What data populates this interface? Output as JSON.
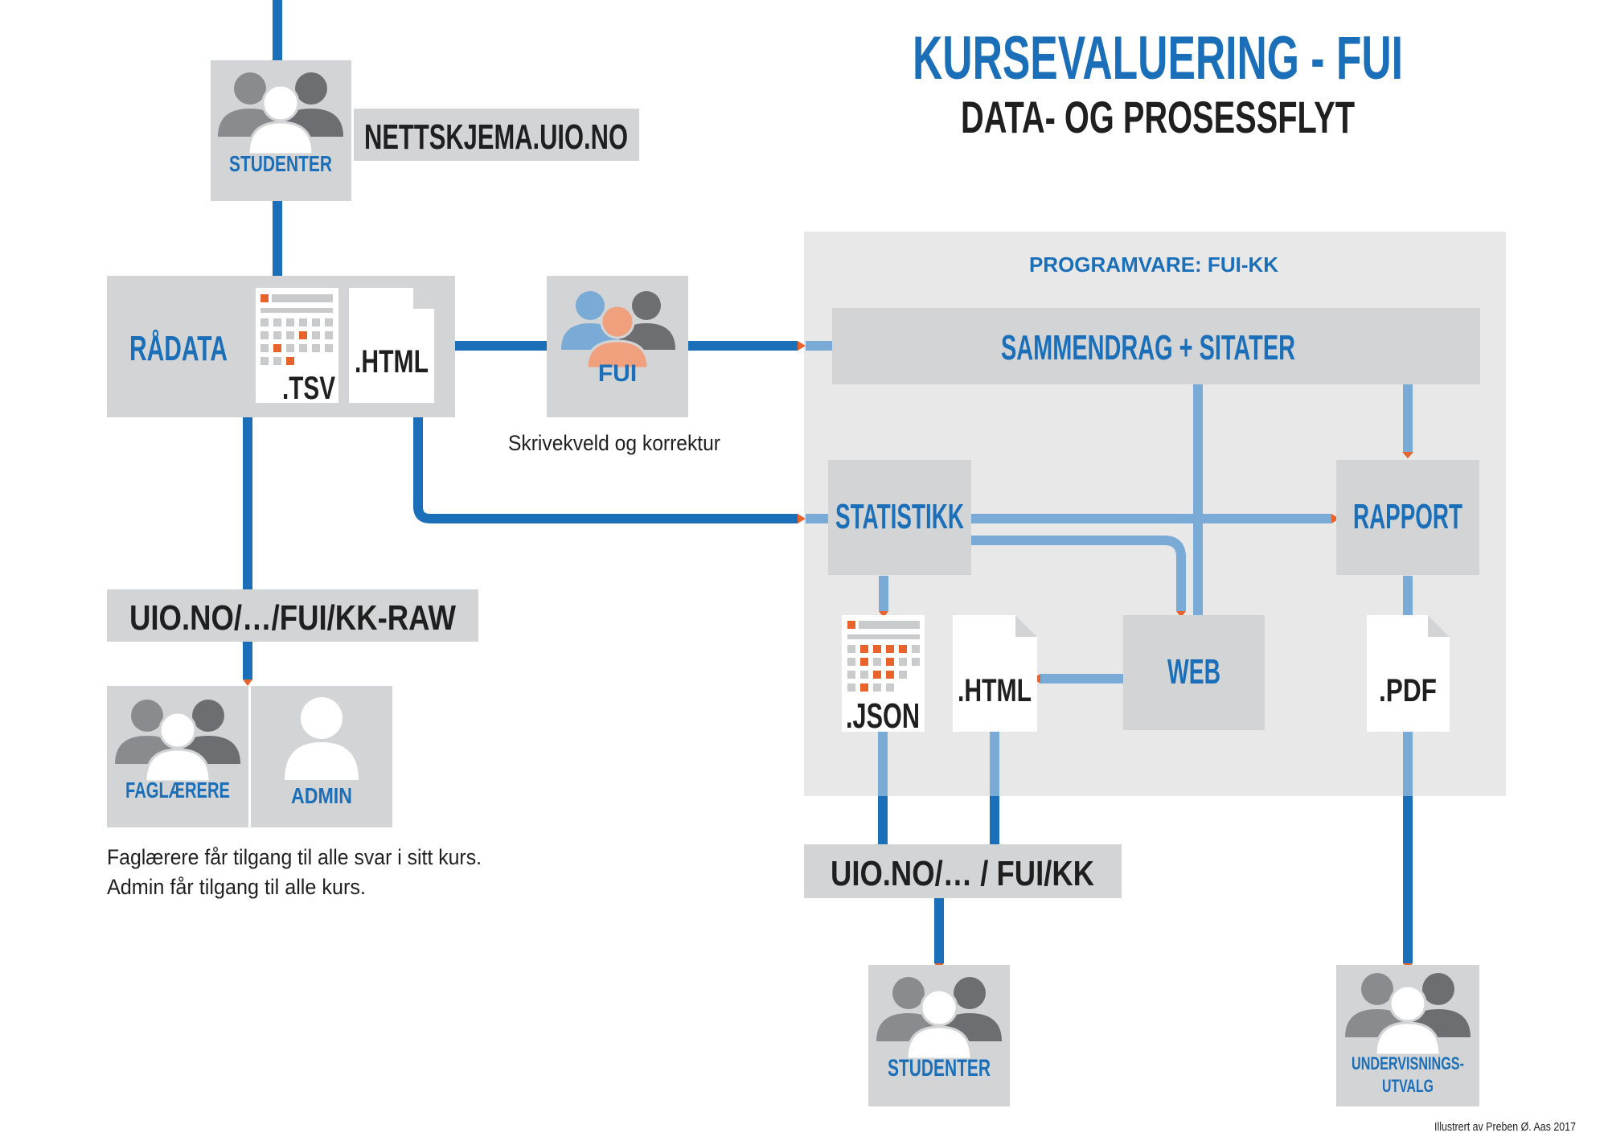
{
  "title": {
    "main": "KURSEVALUERING - FUI",
    "sub": "DATA- OG PROSESSFLYT"
  },
  "colors": {
    "accent_blue": "#1a6fb8",
    "light_blue": "#7aaad6",
    "box_gray": "#d3d4d6",
    "panel_gray": "#e8e8e9",
    "orange": "#e8622c",
    "figure_dark": "#8a8b8e"
  },
  "nodes": {
    "studenter_top": {
      "label": "STUDENTER",
      "icon": "people-group-icon"
    },
    "nettskjema": {
      "label": "NETTSKJEMA.UIO.NO"
    },
    "radata": {
      "label": "RÅDATA"
    },
    "tsv_file": {
      "label": ".TSV",
      "icon": "spreadsheet-icon"
    },
    "html_file_raw": {
      "label": ".HTML",
      "icon": "document-icon"
    },
    "fui": {
      "label": "FUI",
      "icon": "people-group-icon"
    },
    "fui_caption": "Skrivekveld og korrektur",
    "kk_raw": {
      "label": "UIO.NO/…/FUI/KK-RAW"
    },
    "faglaerere": {
      "label": "FAGLÆRERE",
      "icon": "people-group-icon"
    },
    "admin": {
      "label": "ADMIN",
      "icon": "person-icon"
    },
    "access_note": [
      "Faglærere får tilgang til alle svar i sitt kurs.",
      "Admin får tilgang til alle kurs."
    ],
    "software_panel": {
      "label": "PROGRAMVARE: FUI-KK"
    },
    "sammendrag": {
      "label": "SAMMENDRAG + SITATER"
    },
    "statistikk": {
      "label": "STATISTIKK"
    },
    "rapport": {
      "label": "RAPPORT"
    },
    "web": {
      "label": "WEB"
    },
    "json_file": {
      "label": ".JSON",
      "icon": "spreadsheet-icon"
    },
    "html_file_out": {
      "label": ".HTML",
      "icon": "document-icon"
    },
    "pdf_file": {
      "label": ".PDF",
      "icon": "document-icon"
    },
    "kk_public": {
      "label": "UIO.NO/… / FUI/KK"
    },
    "studenter_bottom": {
      "label": "STUDENTER",
      "icon": "people-group-icon"
    },
    "undervisningsutvalg": {
      "label_line1": "UNDERVISNINGS-",
      "label_line2": "UTVALG",
      "icon": "people-group-icon"
    }
  },
  "credit": "Illustrert av Preben Ø. Aas 2017"
}
